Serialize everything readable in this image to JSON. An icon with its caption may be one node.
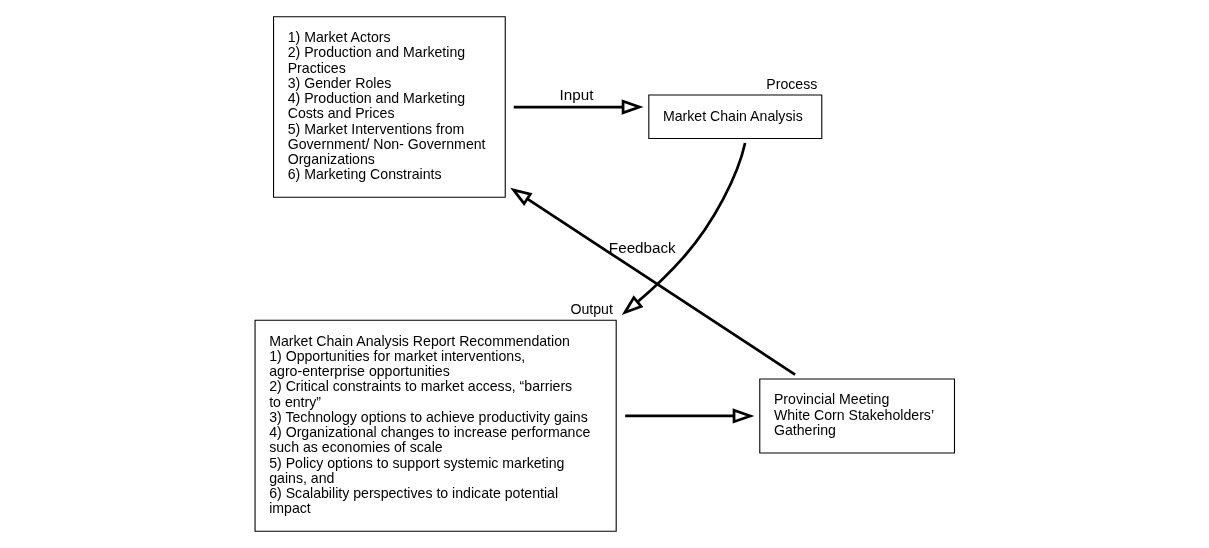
{
  "diagram": {
    "nodes": [
      {
        "text": [
          "1) Market Actors",
          "2) Production and Marketing Practices",
          "3) Gender Roles",
          "4) Production and Marketing Costs and Prices",
          "5) Market Interventions from Government/ Non- Government Organizations",
          "6) Marketing Constraints"
        ]
      },
      {
        "text": [
          "Process",
          "Market Chain Analysis"
        ]
      },
      {
        "text": [
          "Output",
          "Market Chain Analysis Report Recommendation",
          "1) Opportunities for market interventions, agro-enterprise opportunities",
          "2) Critical constraints to market access, “barriers to entry”",
          "3) Technology options to achieve productivity gains",
          "4) Organizational changes to increase performance such as economies of scale",
          "5) Policy options to support systemic marketing gains, and",
          "6) Scalability perspectives to indicate potential impact"
        ]
      },
      {
        "text": [
          "Provincial Meeting",
          "White Corn Stakeholders’ Gathering"
        ]
      }
    ],
    "edges": [
      {
        "from": 0,
        "to": 1,
        "arrow": "to",
        "label": "Input"
      },
      {
        "from": 1,
        "to": 2,
        "arrow": "to"
      },
      {
        "from": 2,
        "to": 3,
        "arrow": "to"
      },
      {
        "from": 3,
        "to": 0,
        "arrow": "to",
        "label": "Feedback"
      }
    ]
  }
}
